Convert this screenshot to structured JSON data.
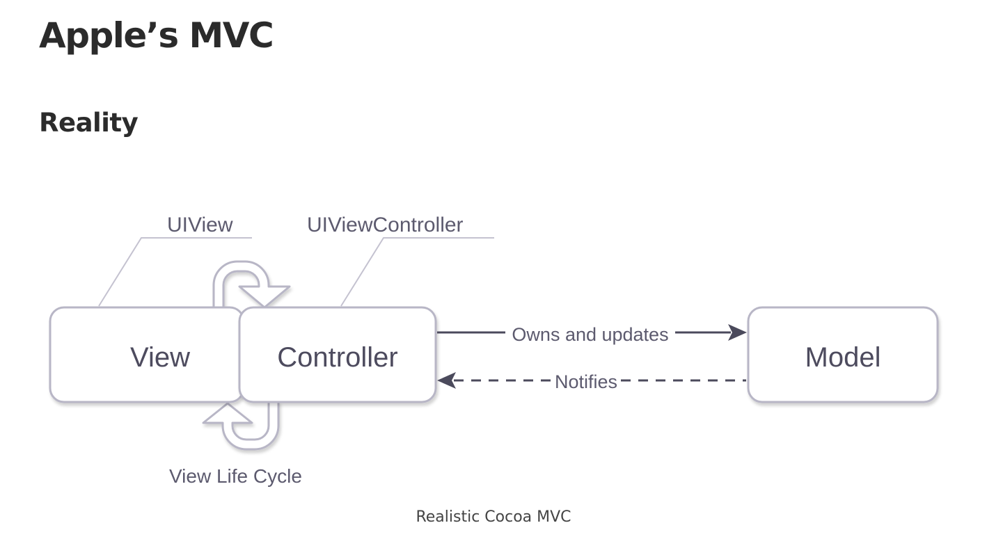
{
  "header": {
    "title": "Apple’s MVC",
    "section": "Reality"
  },
  "diagram": {
    "nodes": {
      "view": "View",
      "controller": "Controller",
      "model": "Model"
    },
    "callouts": {
      "uiview": "UIView",
      "uiviewcontroller": "UIViewController",
      "lifecycle": "View Life Cycle"
    },
    "edges": {
      "owns": "Owns and updates",
      "notifies": "Notifies"
    },
    "colors": {
      "box_stroke": "#b8b6c6",
      "arrow": "#4b4a5c",
      "text": "#4d4b5e"
    }
  },
  "caption": "Realistic Cocoa MVC"
}
